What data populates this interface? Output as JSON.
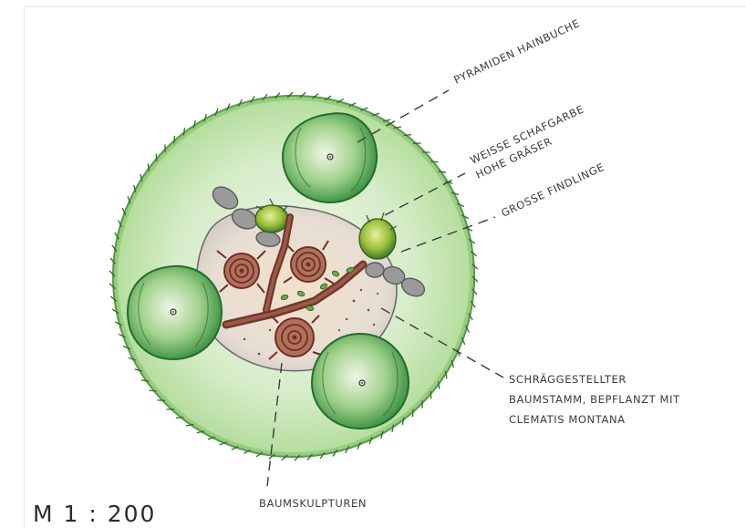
{
  "drawing": {
    "labels": {
      "pyramiden_hainbuche": "PYRAMIDEN HAINBUCHE",
      "weisse_schafgarbe": "WEISSE SCHAFGARBE",
      "hohe_graeser": "HOHE GRÄSER",
      "grosse_findlinge": "GROSSE FINDLINGE",
      "baumstamm_line1": "SCHRÄGGESTELLTER",
      "baumstamm_line2": "BAUMSTAMM, BEPFLANZT MIT",
      "baumstamm_line3": "CLEMATIS MONTANA",
      "baumskulpturen": "BAUMSKULPTUREN"
    },
    "scale": "M 1 : 200"
  }
}
